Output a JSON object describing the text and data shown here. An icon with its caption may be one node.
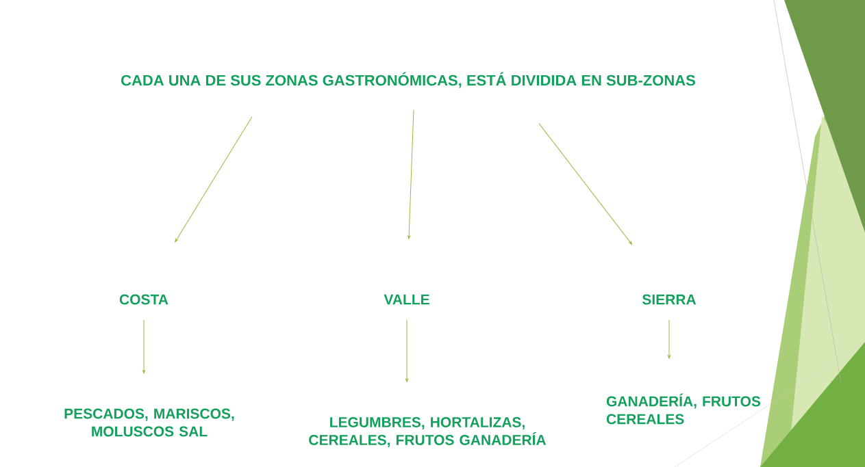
{
  "diagram": {
    "nodes": [
      {
        "text": [
          "CADA UNA DE SUS ZONAS GASTRONÓMICAS, ESTÁ DIVIDIDA EN SUB-ZONAS"
        ]
      },
      {
        "text": [
          "COSTA"
        ]
      },
      {
        "text": [
          "VALLE"
        ]
      },
      {
        "text": [
          "SIERRA"
        ]
      },
      {
        "text": [
          "PESCADOS, MARISCOS, MOLUSCOS SAL"
        ]
      },
      {
        "text": [
          "LEGUMBRES, HORTALIZAS, CEREALES, FRUTOS GANADERÍA"
        ]
      },
      {
        "text": [
          "GANADERÍA, FRUTOS CEREALES"
        ]
      }
    ],
    "edges": [
      {
        "from": 0,
        "to": 1,
        "arrow": "to"
      },
      {
        "from": 0,
        "to": 2,
        "arrow": "to"
      },
      {
        "from": 0,
        "to": 3,
        "arrow": "to"
      },
      {
        "from": 1,
        "to": 4,
        "arrow": "to"
      },
      {
        "from": 2,
        "to": 5,
        "arrow": "to"
      },
      {
        "from": 3,
        "to": 6,
        "arrow": "to"
      }
    ]
  }
}
